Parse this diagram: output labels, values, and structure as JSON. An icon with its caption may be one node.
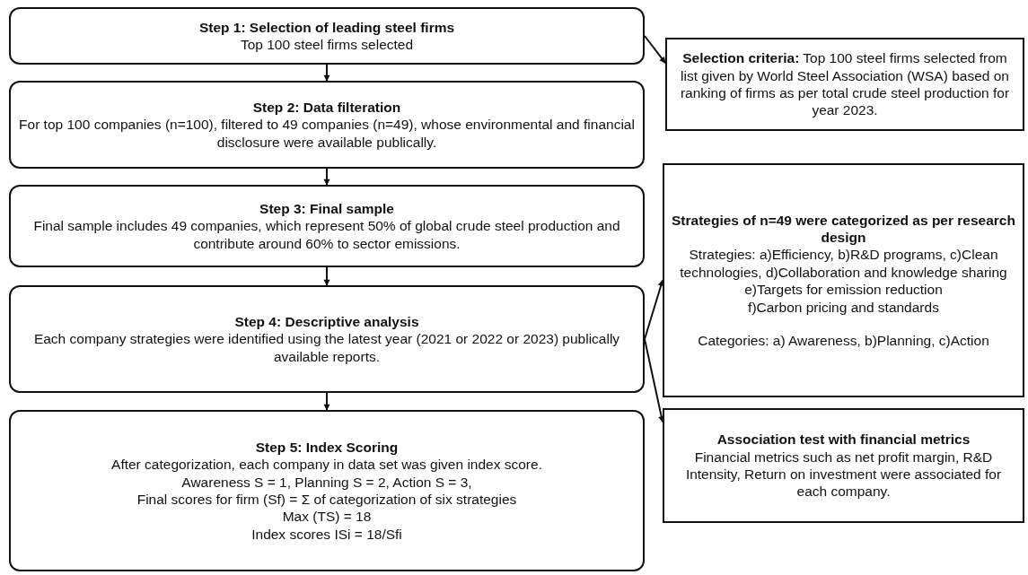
{
  "diagram": {
    "nodes": [
      {
        "text": [
          "Step 1: Selection of leading steel firms",
          "Top 100 steel firms selected"
        ]
      },
      {
        "text": [
          "Step 2: Data filteration",
          "For top 100 companies (n=100), filtered to 49 companies (n=49), whose environmental and financial disclosure were available publically."
        ]
      },
      {
        "text": [
          "Step 3: Final sample",
          "Final sample includes 49 companies, which represent 50% of global crude steel production and contribute around 60% to sector emissions."
        ]
      },
      {
        "text": [
          "Step 4: Descriptive analysis",
          "Each company strategies were identified using the latest year (2021 or 2022 or 2023) publically available reports."
        ]
      },
      {
        "text": [
          "Step 5: Index Scoring",
          "After categorization, each company in data set was given index score.",
          "Awareness S = 1, Planning S = 2, Action S = 3,",
          "Final scores for firm (Sf) = Σ of categorization of six strategies",
          "Max (TS) = 18",
          "Index scores ISi = 18/Sfi"
        ]
      },
      {
        "text": [
          "**Selection criteria:** Top 100 steel firms selected from list given by World Steel Association (WSA) based on ranking of firms as per total crude steel production for year 2023."
        ]
      },
      {
        "text": [
          "Strategies of n=49 were categorized as per research design",
          "Strategies: a)Efficiency, b)R&D programs, c)Clean technologies, d)Collaboration and knowledge sharing",
          "e)Targets for emission reduction",
          "f)Carbon pricing and standards",
          "Categories: a) Awareness, b)Planning, c)Action"
        ]
      },
      {
        "text": [
          "Association test with financial metrics",
          "Financial metrics such as net profit margin, R&D Intensity, Return on investment were associated for each company."
        ]
      }
    ],
    "edges": [
      {
        "from": 0,
        "to": 5,
        "arrow": "to"
      },
      {
        "from": 0,
        "to": 1,
        "arrow": "to"
      },
      {
        "from": 1,
        "to": 2,
        "arrow": "to"
      },
      {
        "from": 2,
        "to": 3,
        "arrow": "to"
      },
      {
        "from": 3,
        "to": 4,
        "arrow": "to"
      },
      {
        "from": 3,
        "to": 6,
        "arrow": "to"
      },
      {
        "from": 3,
        "to": 7,
        "arrow": "to"
      }
    ]
  }
}
